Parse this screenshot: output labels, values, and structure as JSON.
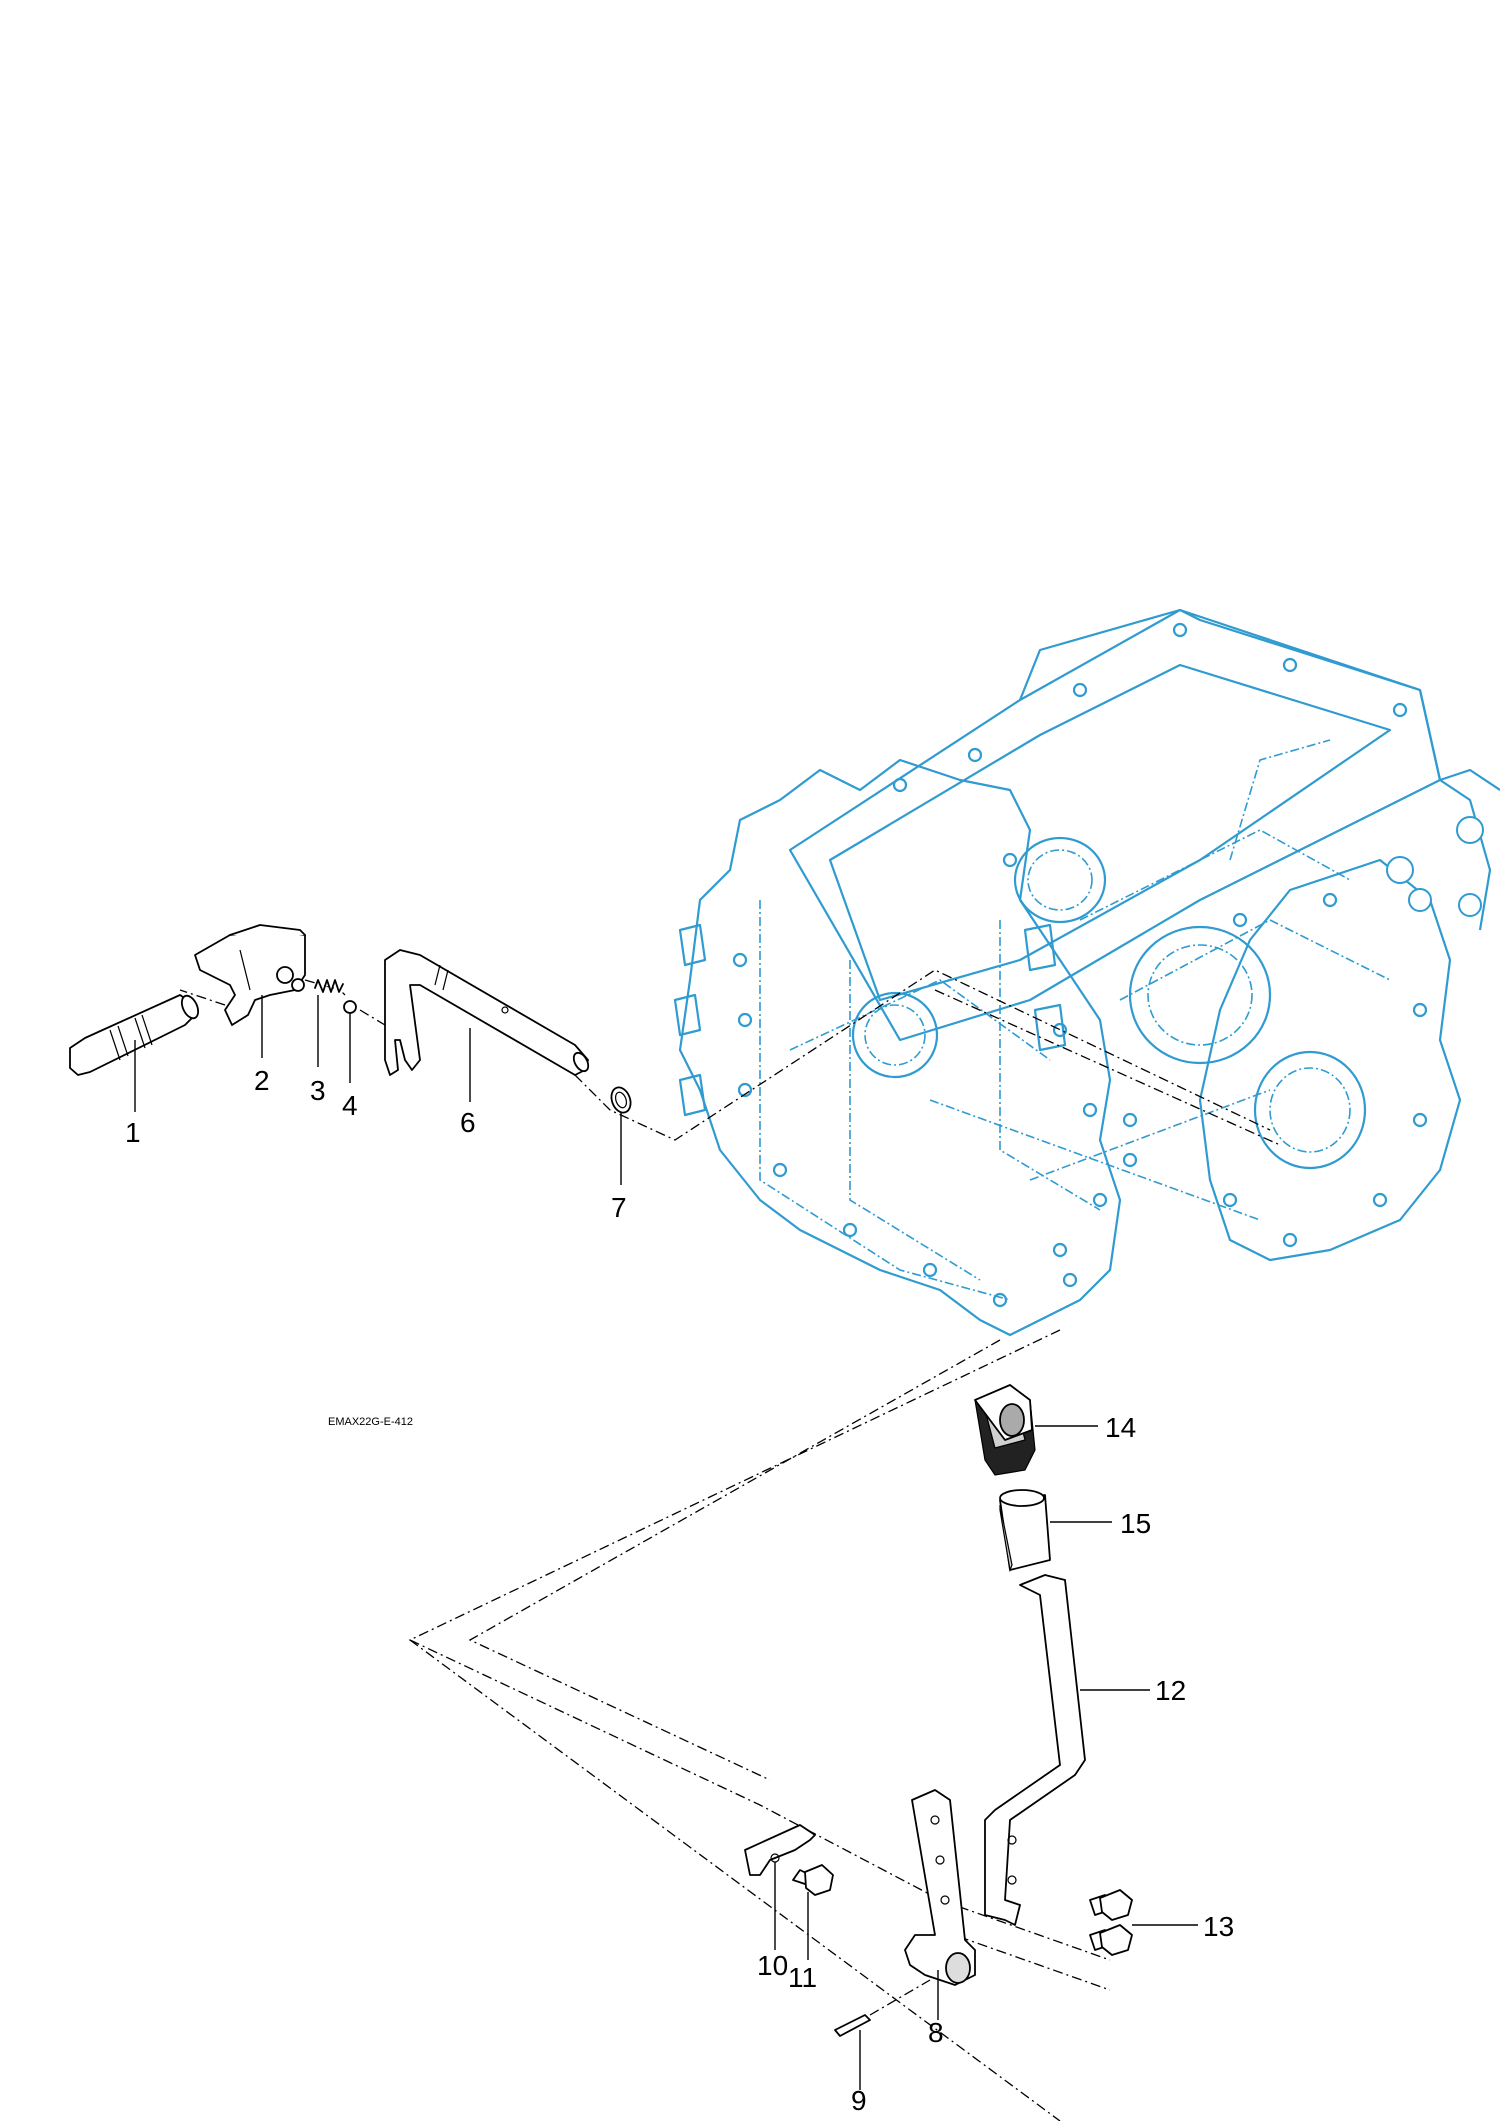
{
  "drawing_code": "EMAX22G-E-412",
  "colors": {
    "housing": "#2f9bd0",
    "parts": "#000000"
  },
  "callouts": [
    "1",
    "2",
    "3",
    "4",
    "6",
    "7",
    "14",
    "15",
    "12",
    "13",
    "10",
    "11",
    "8",
    "9"
  ]
}
